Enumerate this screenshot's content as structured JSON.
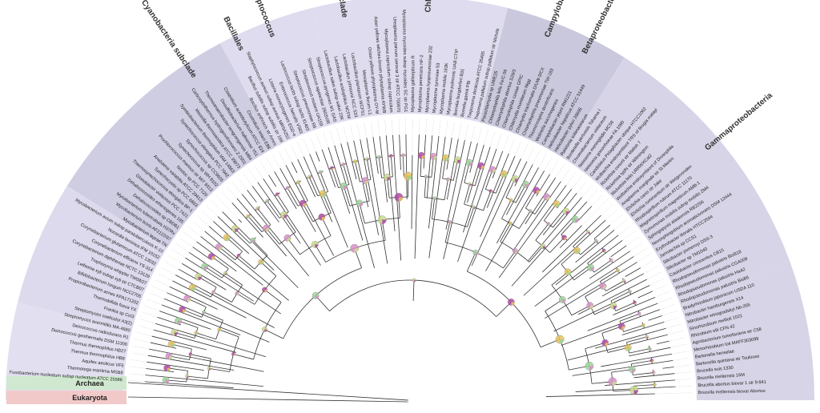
{
  "figure": {
    "root_groups": [
      {
        "label": "Archaea",
        "color": "#cfe8cf"
      },
      {
        "label": "Eukaryota",
        "color": "#f2c9c9"
      }
    ],
    "sectors": [
      {
        "start": 0,
        "end": 20,
        "color": "#d6d4e6"
      },
      {
        "start": 20,
        "end": 58,
        "color": "#d6d4e6"
      },
      {
        "start": 58,
        "end": 76,
        "color": "#c9c8dc"
      },
      {
        "start": 76,
        "end": 104,
        "color": "#dedcee"
      },
      {
        "start": 104,
        "end": 118,
        "color": "#dedcee"
      },
      {
        "start": 118,
        "end": 148,
        "color": "#cfcde2"
      },
      {
        "start": 148,
        "end": 166,
        "color": "#dcdaec"
      },
      {
        "start": 166,
        "end": 180,
        "color": "#e1dff0"
      }
    ],
    "clade_labels": [
      {
        "text": "Gammaproteobacteria",
        "angle": 40
      },
      {
        "text": "Betaproteobacteria",
        "angle": 63
      },
      {
        "text": "Campylobacterales",
        "angle": 69
      },
      {
        "text": "Chlamydiales",
        "angle": 87
      },
      {
        "text": "Mycoplasma subclade",
        "angle": 100
      },
      {
        "text": "Streptococcus",
        "angle": 111
      },
      {
        "text": "Bacillales",
        "angle": 116
      },
      {
        "text": "Cyanobacteria subclade",
        "angle": 124
      }
    ],
    "leaves": [
      "Brucella melitensis biovar Abortus",
      "Brucella abortus biovar 1 str 9-941",
      "Brucella melitensis 16M",
      "Brucella suis 1330",
      "Bartonella quintana str Toulouse",
      "Bartonella henselae",
      "Mesorhizobium loti MAFF303099",
      "Agrobacterium tumefaciens str C58",
      "Rhizobium etli CFN 42",
      "Sinorhizobium meliloti 1021",
      "Nitrobacter winogradskyi Nb-255",
      "Nitrobacter hamburgensis X14",
      "Bradyrhizobium japonicum USDA 110",
      "Rhodopseudomonas palustris BisB5",
      "Rhodopseudomonas palustris HaA2",
      "Rhodopseudomonas palustris CGA009",
      "Rhodopseudomonas palustris BisB18",
      "Caulobacter crescentus CB15",
      "Silicibacter sp TM1040",
      "Silicibacter pomeroyi DSS-3",
      "Jannaschia sp CCS1",
      "Erythrobacter litoralis HTCC2594",
      "Novosphingobium aromaticivorans DSM 12444",
      "Sphingopyxis alaskensis RB2256",
      "Zymomonas mobilis subsp mobilis ZM4",
      "Magnetospirillum magneticum AMB-1",
      "Rhodospirillum rubrum ATCC 11170",
      "Ehrlichia ruminantium str Welgevonden",
      "Ehrlichia canis str Jake",
      "Anaplasma marginale str St Maries",
      "Wolbachia endosymbiont of Drosophila",
      "Rickettsia felis URRWXCal2",
      "Rickettsia typhi str Wilmington",
      "Rickettsia conorii str Malish 7",
      "Wolbachia endosymbiont TRS of Brugia malayi",
      "Candidatus Pelagibacter ubique HTCC1062",
      "Neisseria gonorrhoeae FA 1090",
      "Neisseria meningitidis MC58",
      "Chromobacterium violaceum",
      "Bordetella pertussis Tohama I",
      "Ralstonia solanacearum",
      "Helicobacter pylori 26695",
      "Helicobacter hepaticus ATCC 51449",
      "Campylobacter jejuni RM1221",
      "Wolinella succinogenes",
      "Thiomicrospira denitrificans",
      "Chlamydophila pneumoniae TW-183",
      "Chlamydia trachomatis D/UW-3/CX",
      "Chlamydia muridarum Nigg",
      "Chlamydophila caviae GPIC",
      "Chlamydophila abortus S26/3",
      "Chlamydophila felis Fe/C-56",
      "Parachlamydia sp UWE25",
      "Treponema pallidum subsp pallidum str Nichols",
      "Treponema denticola ATCC 35405",
      "Borrelia garinii PBi",
      "Borrelia burgdorferi B31",
      "Mycoplasma pulmonis UAB CTIP",
      "Mycoplasma mobile 163K",
      "Mycoplasma synoviae 53",
      "Mycoplasma hyopneumoniae 232",
      "Mycoplasma penetrans HF-2",
      "Mycoplasma gallisepticum R",
      "Mycoplasma mycoides subsp mycoides SC str PG1",
      "Ureaplasma parvum serovar 3 str ATCC 700970",
      "Mycoplasma capricolum subsp capricolum",
      "Aster yellows witches-broom phytoplasma AYWB",
      "Onion yellows phytoplasma OY-M",
      "Mesoplasma florum L1",
      "Lactobacillus plantarum WCFS1",
      "Lactobacillus johnsonii NCC 533",
      "Lactobacillus acidophilus NCFM",
      "Lactobacillus sakei subsp sakei 23K",
      "Streptococcus pyogenes M1 GAS",
      "Streptococcus agalactiae 2603V/R",
      "Streptococcus mutans UA159",
      "Streptococcus pneumoniae R6",
      "Lactococcus lactis subsp lactis Il1403",
      "Enterococcus faecalis V583",
      "Listeria monocytogenes EGD-e",
      "Staphylococcus aureus subsp aureus MRSA252",
      "Bacillus subtilis subsp subtilis str 168",
      "Bacillus anthracis str Ames",
      "Clostridium tetani E88",
      "Clostridium acetobutylicum ATCC 824",
      "Desulfitobacterium hafniense Y51",
      "Thermoanaerobacter tengcongensis MB4",
      "Carboxydothermus hydrogenoformans Z-2901",
      "Moorella thermoacetica ATCC 39073",
      "Symbiobacterium thermophilum IAM 14863",
      "Synechococcus elongatus PCC 7942",
      "Synechococcus sp CC9605",
      "Synechococcus sp WH 8102",
      "Prochlorococcus marinus str MIT 9313",
      "Nostoc sp PCC 7120",
      "Anabaena variabilis ATCC 29413",
      "Synechocystis sp PCC 6803",
      "Thermosynechococcus elongatus BP-1",
      "Gloeobacter violaceus PCC 7421",
      "Dehalococcoides ethenogenes 195",
      "Dehalococcoides sp CBDB1",
      "Mycobacterium tuberculosis H37Rv",
      "Mycobacterium bovis AF2122/97",
      "Mycobacterium leprae TN",
      "Mycobacterium avium subsp paratuberculosis K-10",
      "Nocardia farcinica IFM 10152",
      "Corynebacterium glutamicum ATCC 13032",
      "Corynebacterium efficiens YS-314",
      "Corynebacterium diphtheriae NCTC 13129",
      "Tropheryma whipplei TW08/27",
      "Leifsonia xyli subsp xyli str CTCB07",
      "Bifidobacterium longum NCC2705",
      "Propionibacterium acnes KPA171202",
      "Thermobifida fusca YX",
      "Frankia sp CcI3",
      "Streptomyces coelicolor A3(2)",
      "Streptomyces avermitilis MA-4680",
      "Deinococcus radiodurans R1",
      "Deinococcus geothermalis DSM 11300",
      "Thermus thermophilus HB27",
      "Thermus thermophilus HB8",
      "Aquifex aeolicus VF5",
      "Thermotoga maritima MSB8",
      "Fusobacterium nucleatum subsp nucleatum ATCC 25586"
    ],
    "pie_colors": [
      "#c9dc8c",
      "#b04aa8",
      "#e6c15a",
      "#9fd39a",
      "#d78fc9"
    ]
  }
}
